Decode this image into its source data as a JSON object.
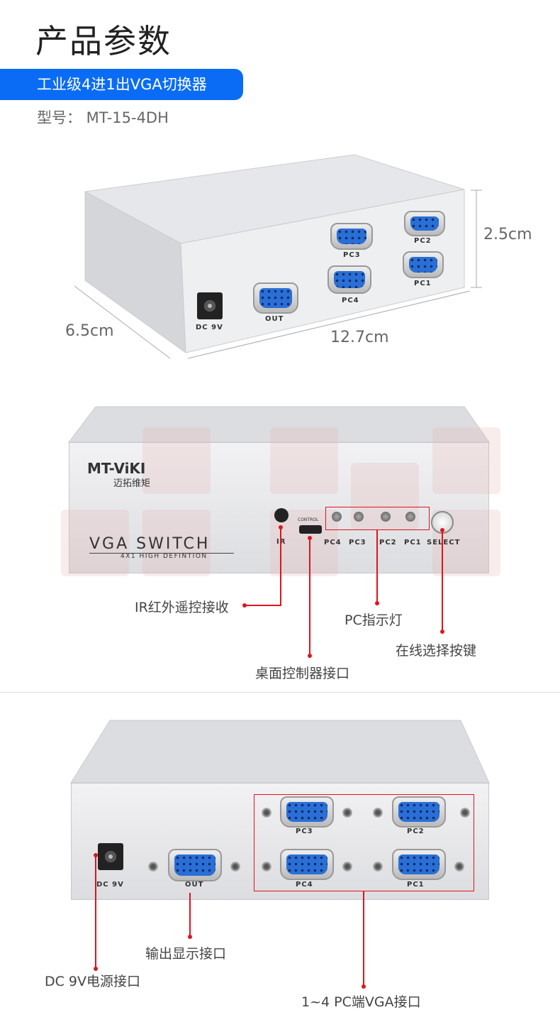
{
  "header": {
    "title": "产品参数",
    "subtitle": "工业级4进1出VGA切换器",
    "model": "型号：  MT-15-4DH"
  },
  "dimensions": {
    "height": "2.5cm",
    "depth": "6.5cm",
    "width": "12.7cm"
  },
  "rear_ports": {
    "dc": "DC 9V",
    "out": "OUT",
    "pc1": "PC1",
    "pc2": "PC2",
    "pc3": "PC3",
    "pc4": "PC4"
  },
  "front_panel": {
    "brand": "MT-ViKI",
    "brand_cn": "迈拓维矩",
    "product": "VGA SWITCH",
    "product_sub": "4X1 HIGH DEFINTION",
    "ir": "IR",
    "control": "CONTROL",
    "leds": [
      "PC4",
      "PC3",
      "PC2",
      "PC1"
    ],
    "select": "SELECT"
  },
  "callouts_front": {
    "ir": "IR红外遥控接收",
    "control": "桌面控制器接口",
    "leds": "PC指示灯",
    "select": "在线选择按键"
  },
  "callouts_rear": {
    "dc": "DC 9V电源接口",
    "out": "输出显示接口",
    "vga": "1~4 PC端VGA接口"
  },
  "colors": {
    "accent": "#0a6cf5",
    "callout": "#e1141c"
  }
}
